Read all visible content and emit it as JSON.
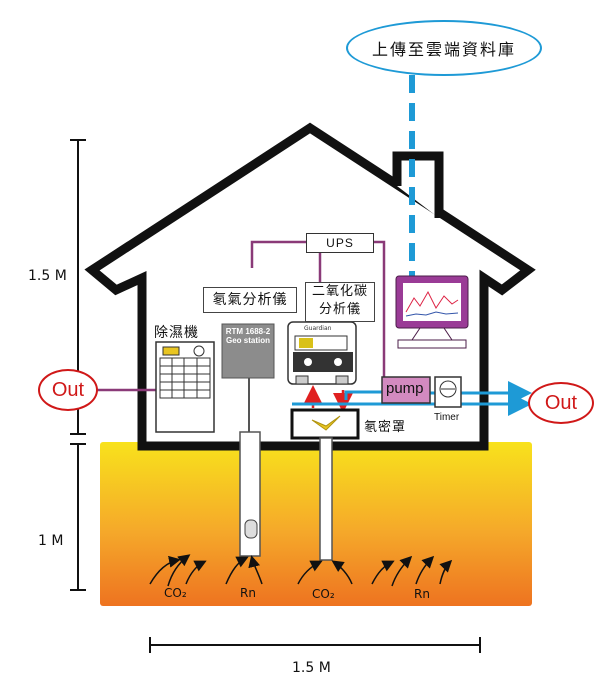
{
  "cloud": {
    "label": "上傳至雲端資料庫"
  },
  "dimensions": {
    "height_above": "1.5 M",
    "height_below": "1 M",
    "width": "1.5 M"
  },
  "devices": {
    "ups": "UPS",
    "radon_analyzer_label": "氡氣分析儀",
    "co2_analyzer_label_line1": "二氧化碳",
    "co2_analyzer_label_line2": "分析儀",
    "dehumidifier_label": "除濕機",
    "rtm_line1": "RTM 1688-2",
    "rtm_line2": "Geo station",
    "guardian": "Guardian",
    "pump": "pump",
    "timer": "Timer",
    "hood": "氡密罩"
  },
  "flows": {
    "out_left": "Out",
    "out_right": "Out"
  },
  "soil_gases": [
    "CO₂",
    "Rn",
    "CO₂",
    "Rn"
  ],
  "colors": {
    "house_outline": "#111111",
    "data_link": "#1e9ad6",
    "cables": "#8a3a78",
    "air_flow": "#1e9ad6",
    "sampling_arrows": "#e02020",
    "out_marker": "#d01818",
    "soil_top": "#f6d61e",
    "soil_bottom": "#ef7c1e",
    "pump_box": "#d38ac0"
  }
}
